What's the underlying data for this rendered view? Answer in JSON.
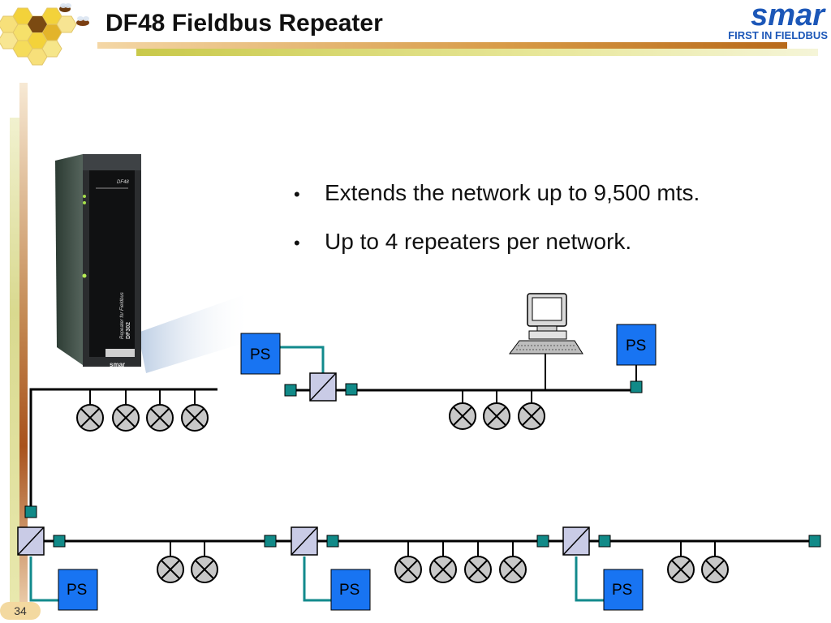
{
  "slide": {
    "title": "DF48 Fieldbus Repeater",
    "number": "34"
  },
  "logo": {
    "brand": "smar",
    "tagline": "FIRST IN FIELDBUS"
  },
  "bullets": [
    "Extends the network up to 9,500 mts.",
    "Up to 4 repeaters per network."
  ],
  "device": {
    "model_label": "DF48",
    "side_label": "Repeater for Fieldbus",
    "side_model": "DF302",
    "brand": "smar"
  },
  "diagram": {
    "power_supply_label": "PS",
    "colors": {
      "ps_fill": "#1874f2",
      "terminator_fill": "#118a88",
      "repeater_fill": "#c9cbe6",
      "device_fill": "#c8c8c8",
      "ps_link": "#128a8c",
      "bus": "#000000"
    }
  }
}
